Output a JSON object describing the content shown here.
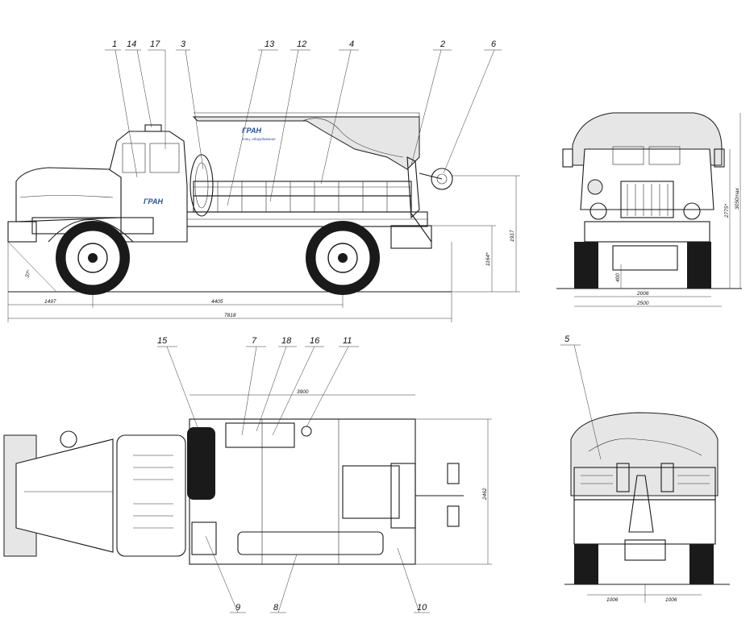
{
  "callouts": {
    "c1": "1",
    "c14": "14",
    "c17": "17",
    "c3": "3",
    "c13": "13",
    "c12": "12",
    "c4": "4",
    "c2": "2",
    "c6": "6",
    "c15": "15",
    "c7": "7",
    "c18": "18",
    "c16": "16",
    "c11": "11",
    "c9": "9",
    "c8": "8",
    "c10": "10",
    "c5": "5"
  },
  "dimensions": {
    "side_total": "7818",
    "side_wheelbase": "4405",
    "side_front": "1497",
    "side_height": "1917",
    "side_frame": "1164*",
    "side_angle": "37°",
    "front_height": "2775*",
    "front_max": "3050max",
    "front_track": "2006",
    "front_width": "2500",
    "front_clearance": "400",
    "top_length": "3900",
    "top_width": "2462",
    "rear_left": "1006",
    "rear_right": "1006"
  },
  "logo": {
    "brand": "ГРАН",
    "tagline": "спец. оборудование"
  },
  "colors": {
    "line": "#1a1a1a",
    "logo": "#1f4f9f",
    "background": "#ffffff"
  }
}
